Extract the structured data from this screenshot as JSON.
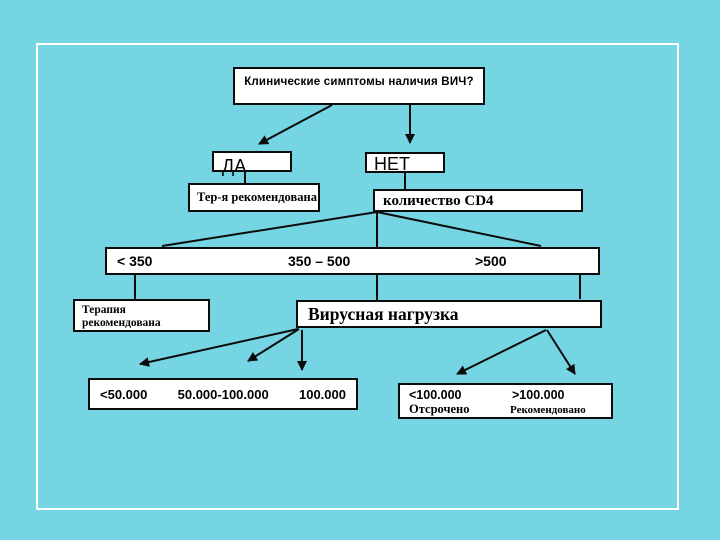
{
  "slide": {
    "background_color": "#76D5E2",
    "frame_color": "#FFFFFF",
    "line_color": "#000000"
  },
  "flowchart": {
    "question": {
      "label": "Клинические симптомы наличия ВИЧ?"
    },
    "branch_yes": {
      "label": "ДА"
    },
    "branch_no": {
      "label": "НЕТ"
    },
    "therapy_short": {
      "label": "Тер-я рекомендована"
    },
    "cd4_count": {
      "label": "количество CD4"
    },
    "cd4_ranges": {
      "low": "< 350",
      "mid": "350 – 500",
      "high": ">500"
    },
    "therapy_full": {
      "line1": "Терапия",
      "line2": "рекомендована"
    },
    "viral_load": {
      "label": "Вирусная нагрузка"
    },
    "viral_values_left": {
      "v1": "<50.000",
      "v2": "50.000-100.000",
      "v3": "100.000"
    },
    "viral_values_right": {
      "v1": "<100.000",
      "v1_decision": "Отсрочено",
      "v2": ">100.000",
      "v2_decision": "Рекомендовано"
    }
  }
}
